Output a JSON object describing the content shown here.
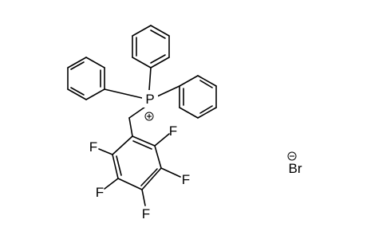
{
  "molecule": {
    "atoms": {
      "phosphorus": {
        "symbol": "P",
        "charge": "+"
      },
      "fluorines": [
        "F",
        "F",
        "F",
        "F",
        "F"
      ],
      "bromide": {
        "symbol": "Br",
        "charge": "−"
      }
    },
    "colors": {
      "bond": "#000000",
      "label": "#000000",
      "background": "#ffffff"
    }
  }
}
